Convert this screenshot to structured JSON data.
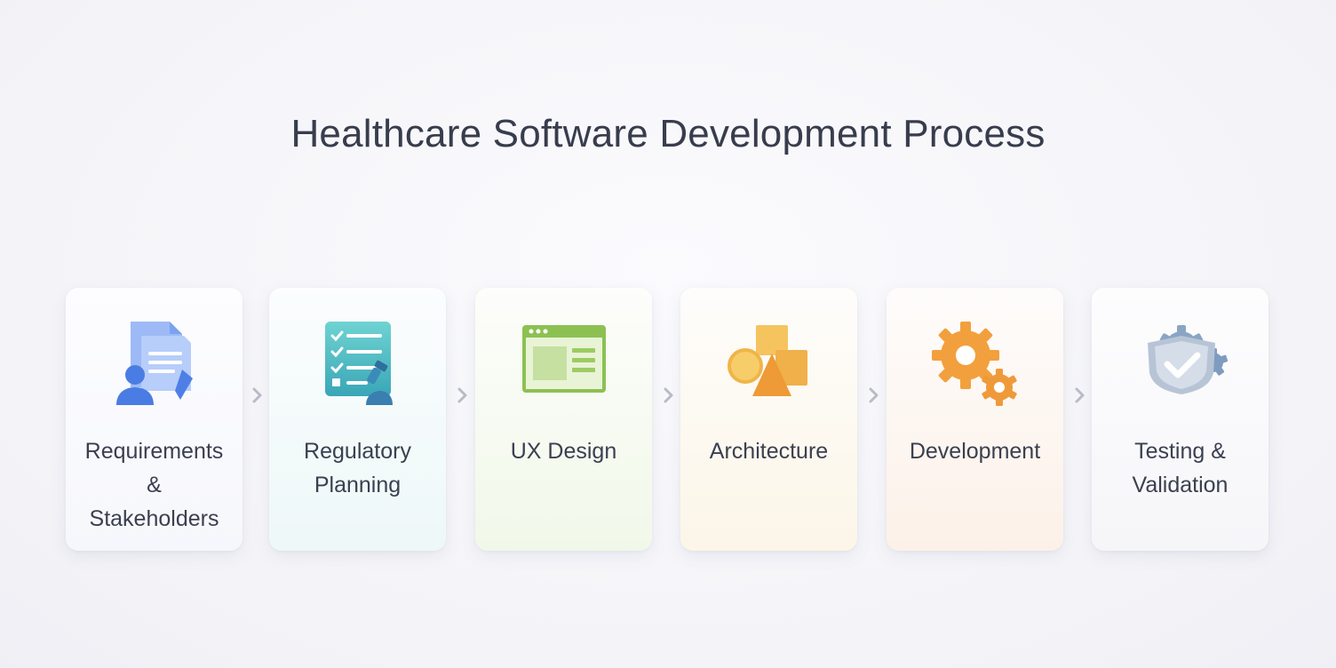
{
  "title": "Healthcare Software Development Process",
  "stages": [
    {
      "label": "Requirements\n&\nStakeholders",
      "icon": "requirements-stakeholder-icon"
    },
    {
      "label": "Regulatory\nPlanning",
      "icon": "regulatory-checklist-icon"
    },
    {
      "label": "UX Design",
      "icon": "ux-browser-window-icon"
    },
    {
      "label": "Architecture",
      "icon": "architecture-shapes-icon"
    },
    {
      "label": "Development",
      "icon": "development-gears-icon"
    },
    {
      "label": "Testing &\nValidation",
      "icon": "testing-shield-check-icon"
    }
  ],
  "colors": {
    "requirements": "#5b8def",
    "regulatory": "#4cb8b8",
    "ux": "#8cc152",
    "architecture": "#f2b84b",
    "development": "#ef9a3a",
    "testing": "#8fa2bd"
  }
}
